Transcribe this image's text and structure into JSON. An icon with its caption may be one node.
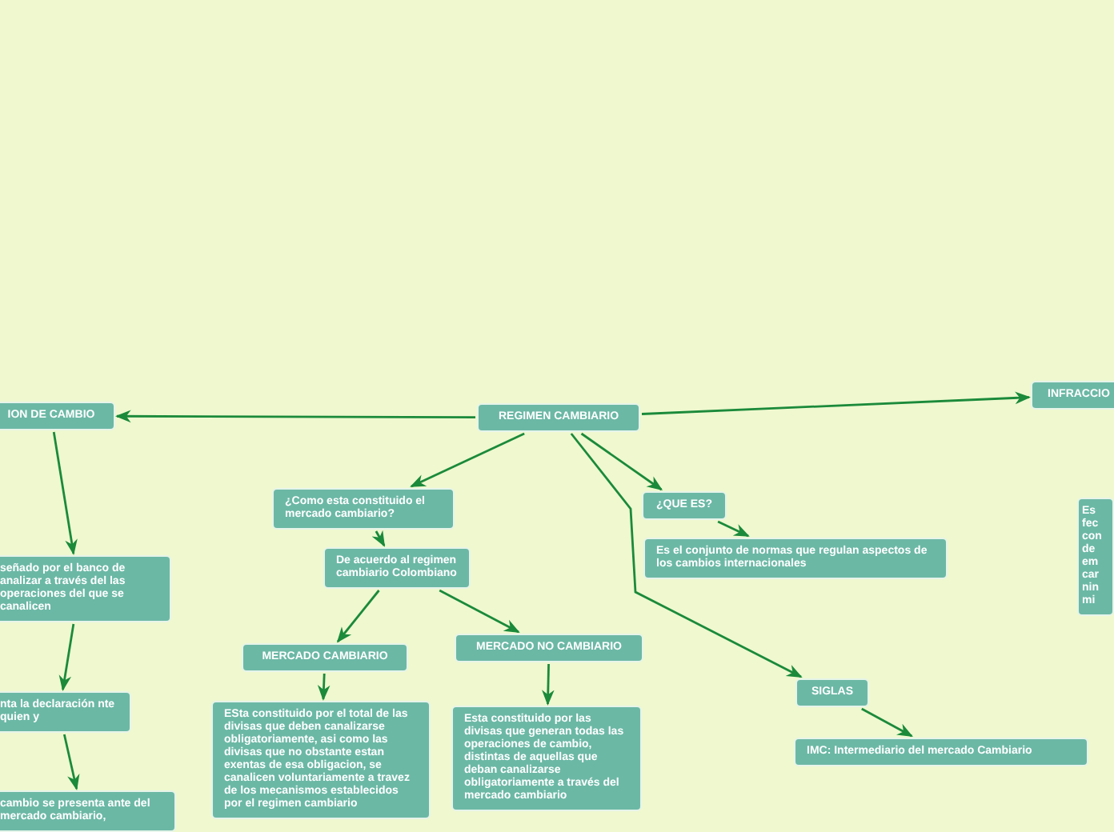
{
  "diagram": {
    "nodes": [
      {
        "text": [
          "ION DE CAMBIO"
        ]
      },
      {
        "text": [
          "señado por el banco de analizar a través del las operaciones del que se canalicen"
        ]
      },
      {
        "text": [
          "nta la declaración nte quien y"
        ]
      },
      {
        "text": [
          "cambio se presenta ante del mercado cambiario,"
        ]
      },
      {
        "text": [
          "REGIMEN CAMBIARIO"
        ]
      },
      {
        "text": [
          "INFRACCIO"
        ]
      },
      {
        "text": [
          "¿Como esta constituido el mercado cambiario?"
        ]
      },
      {
        "text": [
          "De acuerdo al regimen cambiario Colombiano"
        ]
      },
      {
        "text": [
          "MERCADO CAMBIARIO"
        ]
      },
      {
        "text": [
          "MERCADO NO CAMBIARIO"
        ]
      },
      {
        "text": [
          "ESta constituido por el total de las divisas que deben canalizarse obligatoriamente, asi como las divisas que no obstante estan exentas de esa obligacion, se canalicen voluntariamente a travez de los mecanismos establecidos por el regimen cambiario"
        ]
      },
      {
        "text": [
          "Esta constituido por las divisas que generan todas las operaciones de cambio, distintas de aquellas que deban canalizarse obligatoriamente a través del mercado cambiario"
        ]
      },
      {
        "text": [
          "¿QUE ES?"
        ]
      },
      {
        "text": [
          "Es el conjunto de normas que regulan aspectos de los cambios internacionales"
        ]
      },
      {
        "text": [
          "SIGLAS"
        ]
      },
      {
        "text": [
          "IMC: Intermediario del mercado Cambiario"
        ]
      },
      {
        "text": [
          "Es fec con de em car nin mi"
        ]
      }
    ],
    "edges": [
      {
        "from": 4,
        "to": 0,
        "arrow": "to"
      },
      {
        "from": 4,
        "to": 5,
        "arrow": "to"
      },
      {
        "from": 4,
        "to": 6,
        "arrow": "to"
      },
      {
        "from": 4,
        "to": 12,
        "arrow": "to"
      },
      {
        "from": 4,
        "to": 14,
        "arrow": "to"
      },
      {
        "from": 12,
        "to": 13,
        "arrow": "to"
      },
      {
        "from": 14,
        "to": 15,
        "arrow": "to"
      },
      {
        "from": 6,
        "to": 7,
        "arrow": "to"
      },
      {
        "from": 7,
        "to": 8,
        "arrow": "to"
      },
      {
        "from": 7,
        "to": 9,
        "arrow": "to"
      },
      {
        "from": 8,
        "to": 10,
        "arrow": "to"
      },
      {
        "from": 9,
        "to": 11,
        "arrow": "to"
      },
      {
        "from": 0,
        "to": 1,
        "arrow": "to"
      },
      {
        "from": 1,
        "to": 2,
        "arrow": "to"
      },
      {
        "from": 2,
        "to": 3,
        "arrow": "to"
      }
    ]
  }
}
